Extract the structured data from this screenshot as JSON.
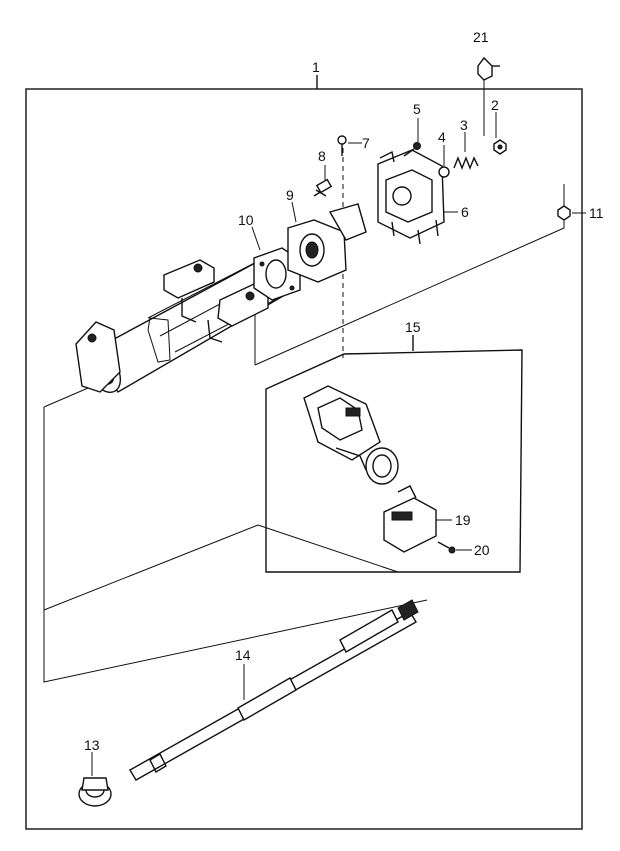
{
  "diagram": {
    "callouts": {
      "c1": "1",
      "c2": "2",
      "c3": "3",
      "c4": "4",
      "c5": "5",
      "c6": "6",
      "c7": "7",
      "c8": "8",
      "c9": "9",
      "c10": "10",
      "c11": "11",
      "c13": "13",
      "c14": "14",
      "c15": "15",
      "c19": "19",
      "c20": "20",
      "c21": "21"
    }
  }
}
